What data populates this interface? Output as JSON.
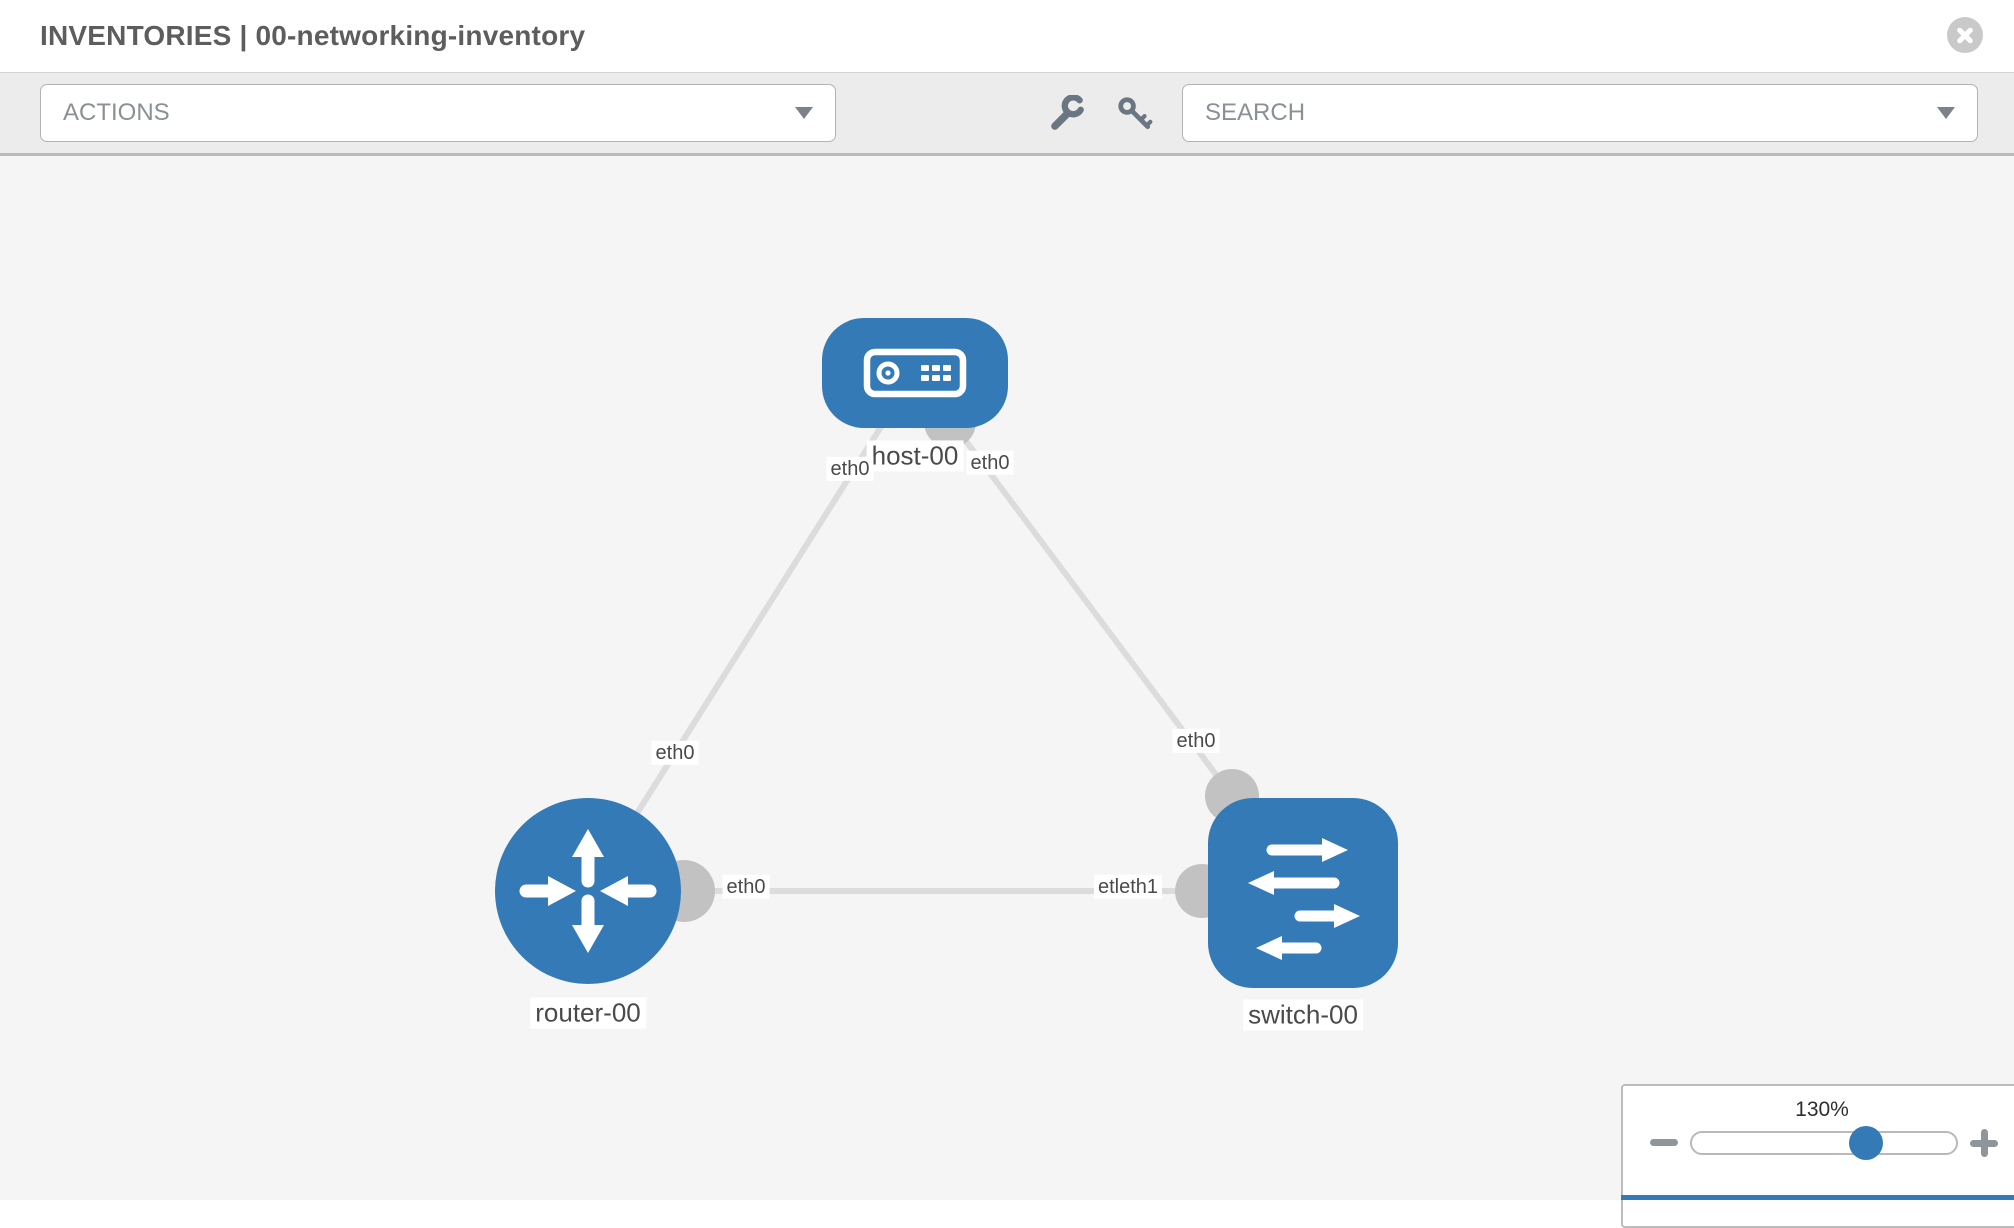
{
  "window": {
    "title": "INVENTORIES | 00-networking-inventory"
  },
  "toolbar": {
    "actions": {
      "label": "ACTIONS"
    },
    "search": {
      "label": "SEARCH"
    }
  },
  "icons": {
    "close": "circle-x",
    "tool_1": "wrench",
    "tool_2": "key",
    "actions_caret": "caret-down",
    "search_caret": "caret-down",
    "zoom_out": "minus",
    "zoom_in": "plus",
    "host_node": "server",
    "router_node": "router-arrows",
    "switch_node": "switch-arrows"
  },
  "canvas": {
    "nodes": [
      {
        "name": "host-00",
        "type": "host"
      },
      {
        "name": "router-00",
        "type": "router"
      },
      {
        "name": "switch-00",
        "type": "switch"
      }
    ],
    "links": [
      {
        "from": "host-00",
        "to": "router-00"
      },
      {
        "from": "host-00",
        "to": "switch-00"
      },
      {
        "from": "router-00",
        "to": "switch-00"
      }
    ],
    "interface_labels": [
      {
        "text": "eth0"
      },
      {
        "text": "eth0"
      },
      {
        "text": "eth0"
      },
      {
        "text": "eth0"
      },
      {
        "text": "eth0"
      },
      {
        "text": "etleth1"
      }
    ]
  },
  "zoom_control": {
    "level": "130%"
  },
  "colors": {
    "node_blue": "#337ab7",
    "port_gray": "#c2c2c2",
    "link_gray": "#dcdcdc"
  }
}
